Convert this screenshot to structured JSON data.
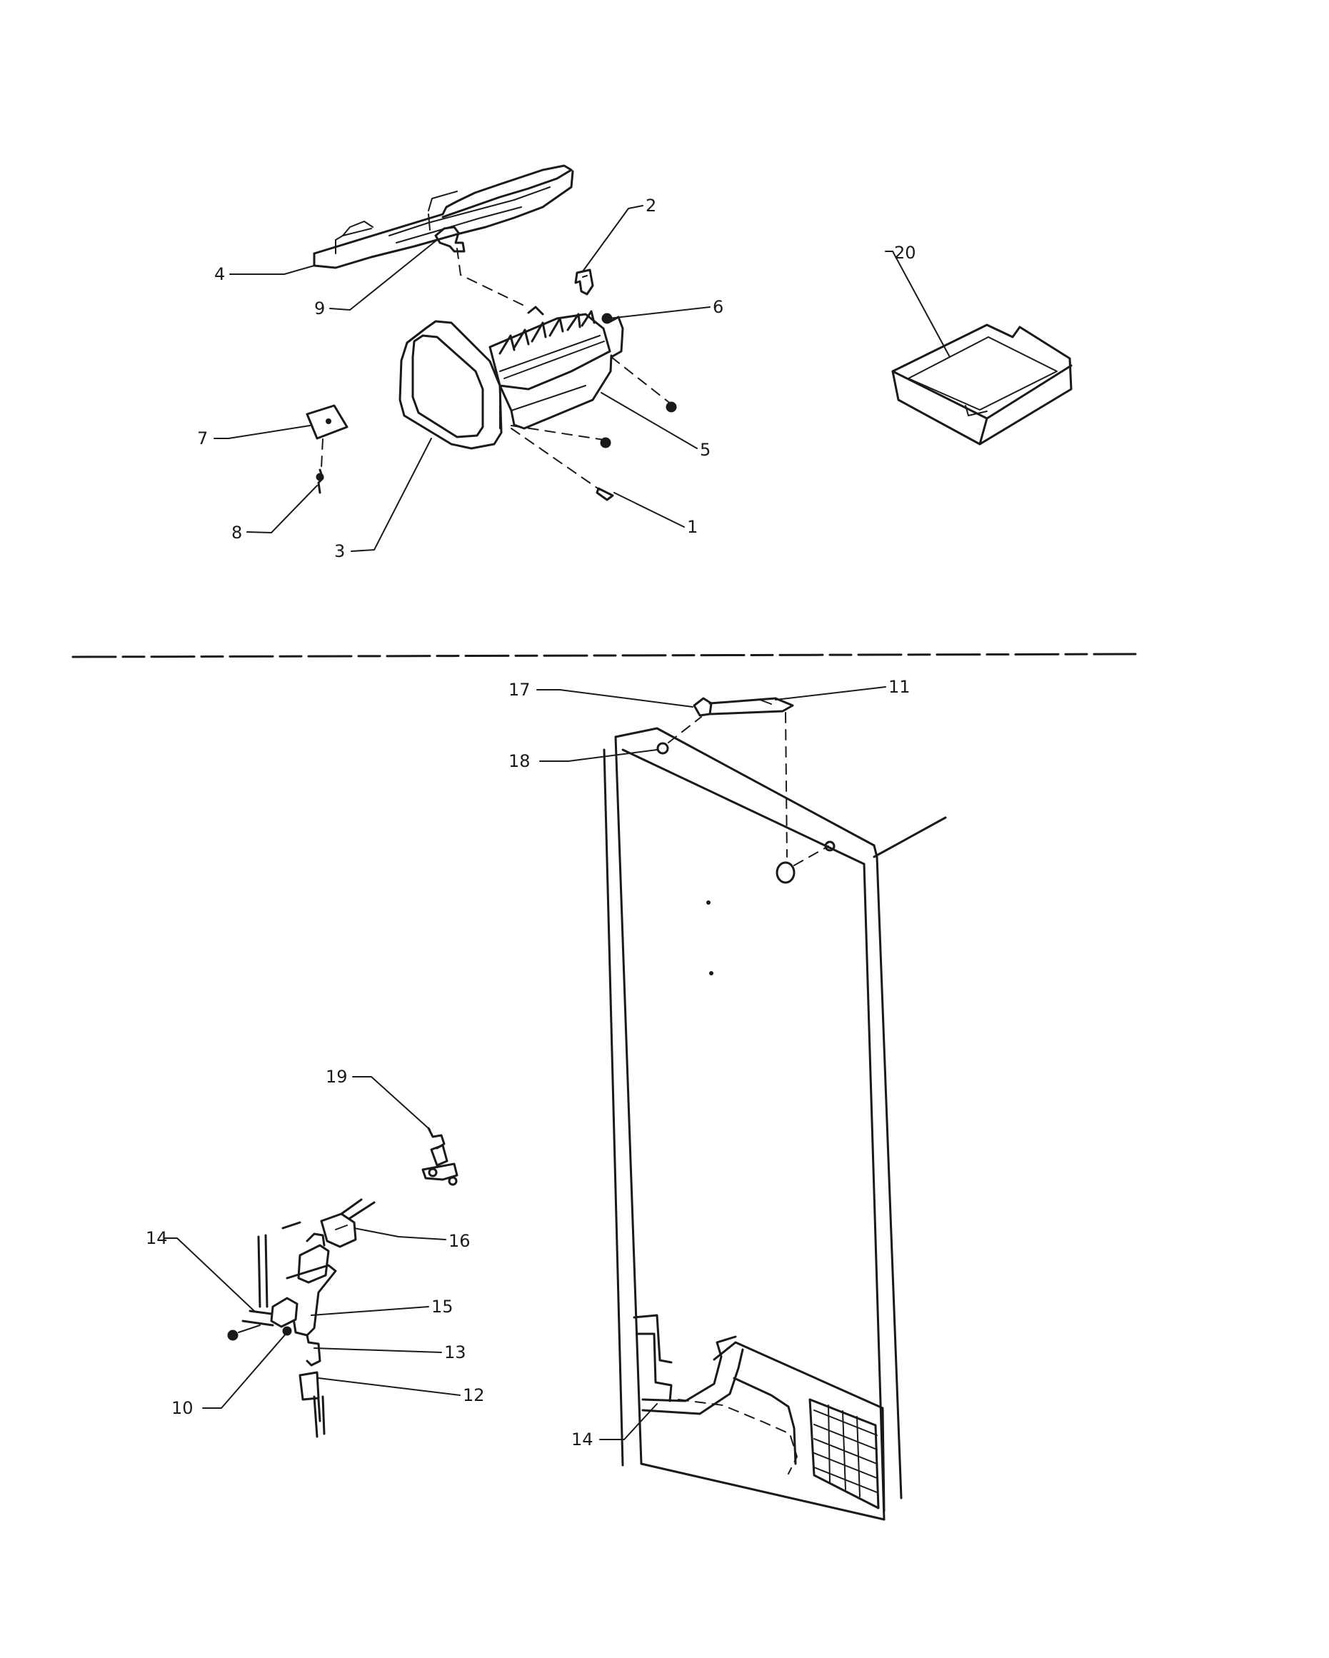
{
  "diagram": {
    "callouts": {
      "c1": "1",
      "c2": "2",
      "c3": "3",
      "c4": "4",
      "c5": "5",
      "c6": "6",
      "c7": "7",
      "c8": "8",
      "c9": "9",
      "c10": "10",
      "c11": "11",
      "c12": "12",
      "c13": "13",
      "c14a": "14",
      "c14b": "14",
      "c15": "15",
      "c16": "16",
      "c17": "17",
      "c18": "18",
      "c19": "19",
      "c20": "20"
    }
  }
}
